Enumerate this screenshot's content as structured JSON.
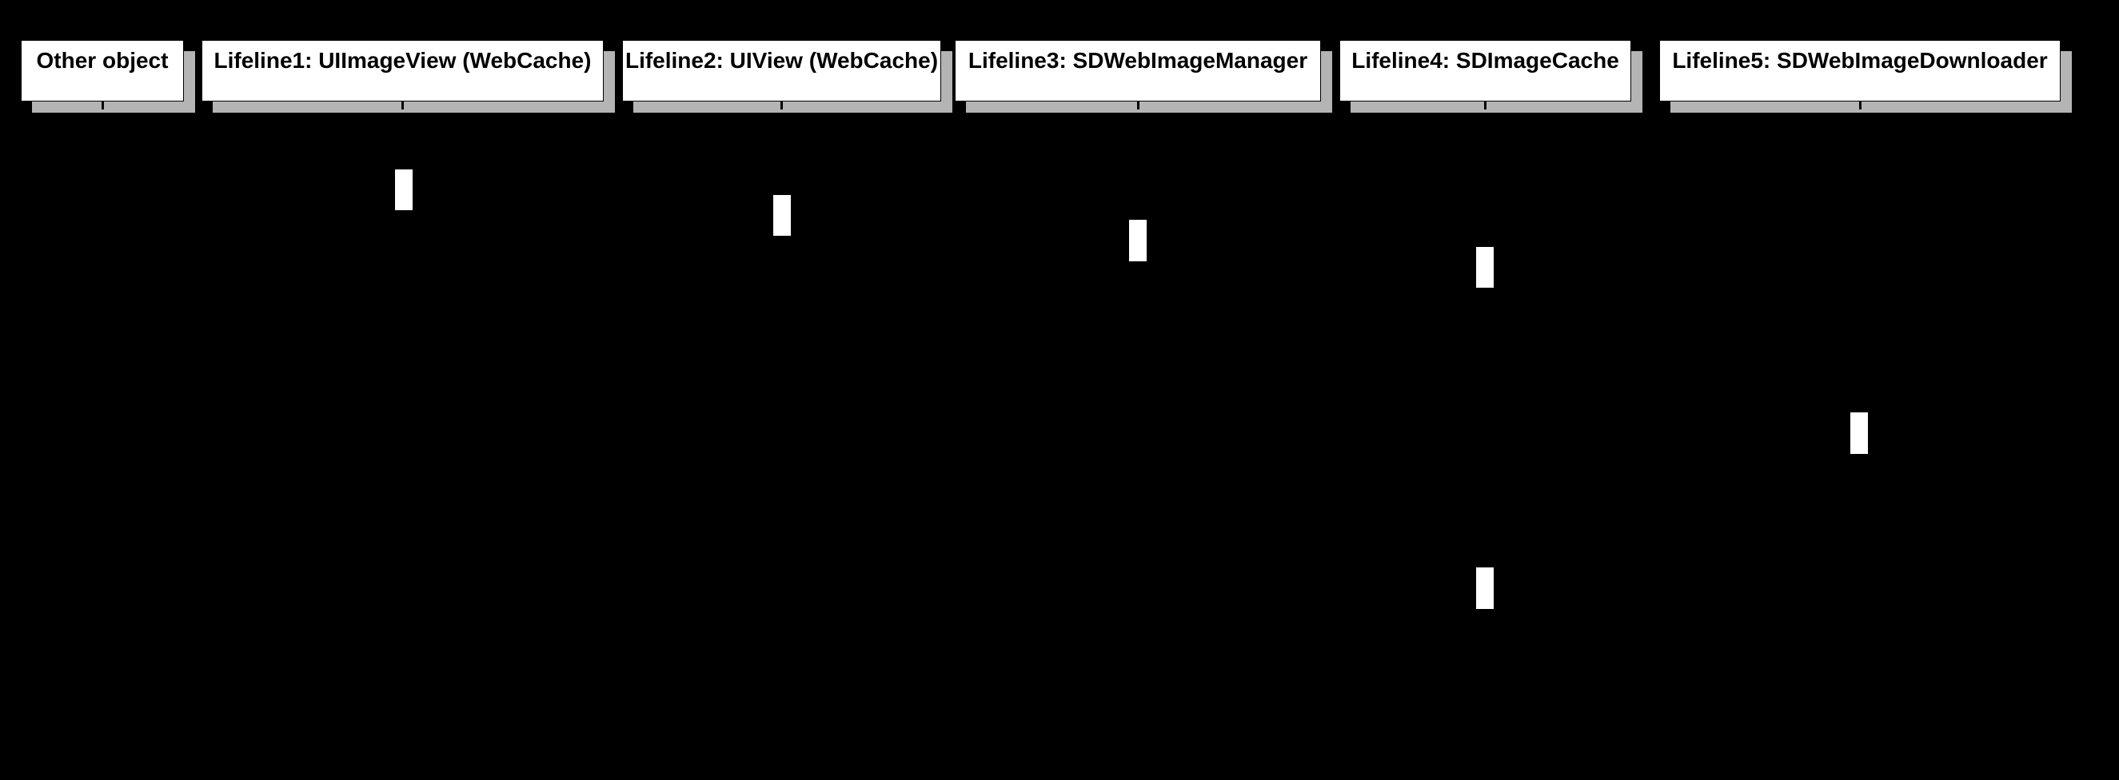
{
  "diagram": {
    "type": "uml-sequence-diagram",
    "background_color": "#000000",
    "header_fill_color": "#ffffff",
    "header_text_color": "#000000",
    "shadow_color": "#b4b4b4",
    "activation_fill_color": "#ffffff",
    "lifelines": [
      {
        "id": "other-object",
        "label": "Other object"
      },
      {
        "id": "lifeline1",
        "label": "Lifeline1: UIImageView (WebCache)"
      },
      {
        "id": "lifeline2",
        "label": "Lifeline2: UIView (WebCache)"
      },
      {
        "id": "lifeline3",
        "label": "Lifeline3: SDWebImageManager"
      },
      {
        "id": "lifeline4",
        "label": "Lifeline4: SDImageCache"
      },
      {
        "id": "lifeline5",
        "label": "Lifeline5: SDWebImageDownloader"
      }
    ],
    "activations": [
      {
        "lifeline": "lifeline1",
        "order": 1
      },
      {
        "lifeline": "lifeline2",
        "order": 2
      },
      {
        "lifeline": "lifeline3",
        "order": 3
      },
      {
        "lifeline": "lifeline4",
        "order": 4
      },
      {
        "lifeline": "lifeline5",
        "order": 5
      },
      {
        "lifeline": "lifeline4",
        "order": 6
      }
    ]
  }
}
